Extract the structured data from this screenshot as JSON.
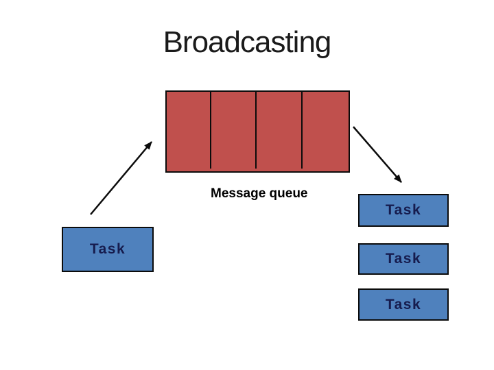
{
  "slide": {
    "title": "Broadcasting"
  },
  "diagram": {
    "queue": {
      "label": "Message queue",
      "segments": 4
    },
    "tasks": [
      {
        "id": "left",
        "label": "Task"
      },
      {
        "id": "right-1",
        "label": "Task"
      },
      {
        "id": "right-2",
        "label": "Task"
      },
      {
        "id": "right-3",
        "label": "Task"
      }
    ],
    "arrows": [
      {
        "name": "task-to-queue",
        "direction": "up-right"
      },
      {
        "name": "queue-to-task",
        "direction": "down-right"
      }
    ],
    "colors": {
      "queue_fill": "#C0504D",
      "task_fill": "#4F81BD",
      "task_text": "#161C4E",
      "outline": "#0B0B0B",
      "title_text": "#1A1A1A",
      "label_text": "#000000",
      "background": "#FFFFFF"
    }
  }
}
